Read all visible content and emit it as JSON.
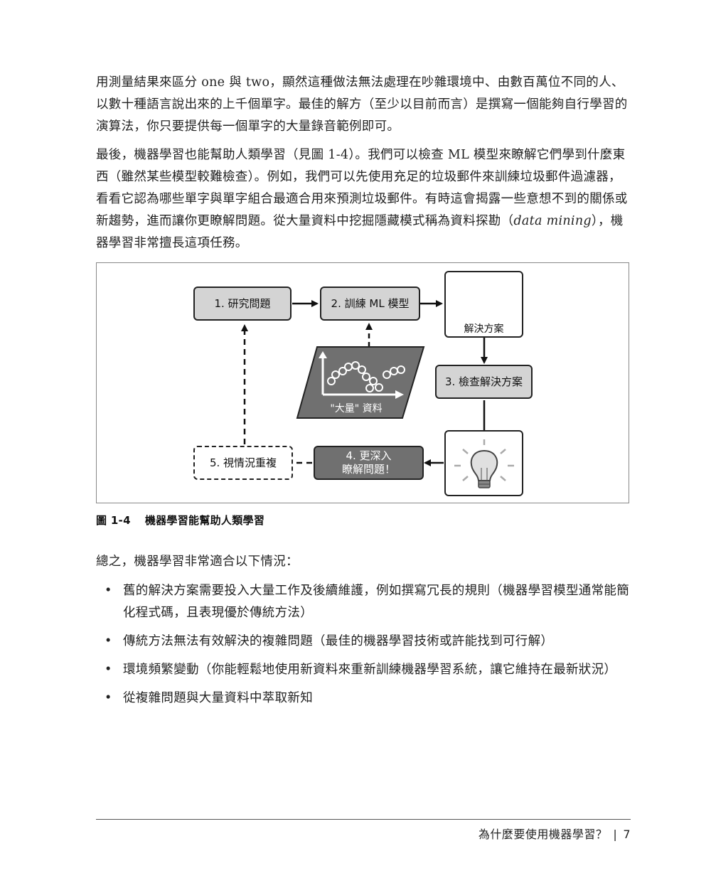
{
  "paragraphs": {
    "p1": "用測量結果來區分 one 與 two，顯然這種做法無法處理在吵雜環境中、由數百萬位不同的人、以數十種語言說出來的上千個單字。最佳的解方（至少以目前而言）是撰寫一個能夠自行學習的演算法，你只要提供每一個單字的大量錄音範例即可。",
    "p2_before": "最後，機器學習也能幫助人類學習（見圖 1-4）。我們可以檢查 ML 模型來瞭解它們學到什麼東西（雖然某些模型較難檢查）。例如，我們可以先使用充足的垃圾郵件來訓練垃圾郵件過濾器，看看它認為哪些單字與單字組合最適合用來預測垃圾郵件。有時這會揭露一些意想不到的關係或新趨勢，進而讓你更瞭解問題。從大量資料中挖掘隱藏模式稱為資料探勘（",
    "p2_italic": "data mining",
    "p2_after": "），機器學習非常擅長這項任務。",
    "p3": "總之，機器學習非常適合以下情況："
  },
  "figure": {
    "box1": "1. 研究問題",
    "box2": "2. 訓練 ML 模型",
    "solution_label": "解決方案",
    "box3": "3. 檢查解決方案",
    "box4_line1": "4. 更深入",
    "box4_line2": "瞭解問題！",
    "box5": "5. 視情況重複",
    "data_label": "\"大量\" 資料"
  },
  "caption": {
    "number": "圖 1-4",
    "text": "機器學習能幫助人類學習"
  },
  "bullets": [
    "舊的解決方案需要投入大量工作及後續維護，例如撰寫冗長的規則（機器學習模型通常能簡化程式碼，且表現優於傳統方法）",
    "傳統方法無法有效解決的複雜問題（最佳的機器學習技術或許能找到可行解）",
    "環境頻繁變動（你能輕鬆地使用新資料來重新訓練機器學習系統，讓它維持在最新狀況）",
    "從複雜問題與大量資料中萃取新知"
  ],
  "footer": {
    "title": "為什麼要使用機器學習？",
    "separator": "|",
    "page": "7"
  },
  "colors": {
    "box_light": "#d4d4d4",
    "box_dark": "#707070"
  },
  "icons": [
    "gears-icon",
    "lightbulb-icon",
    "scatter-plot-icon",
    "bullet-icon"
  ]
}
